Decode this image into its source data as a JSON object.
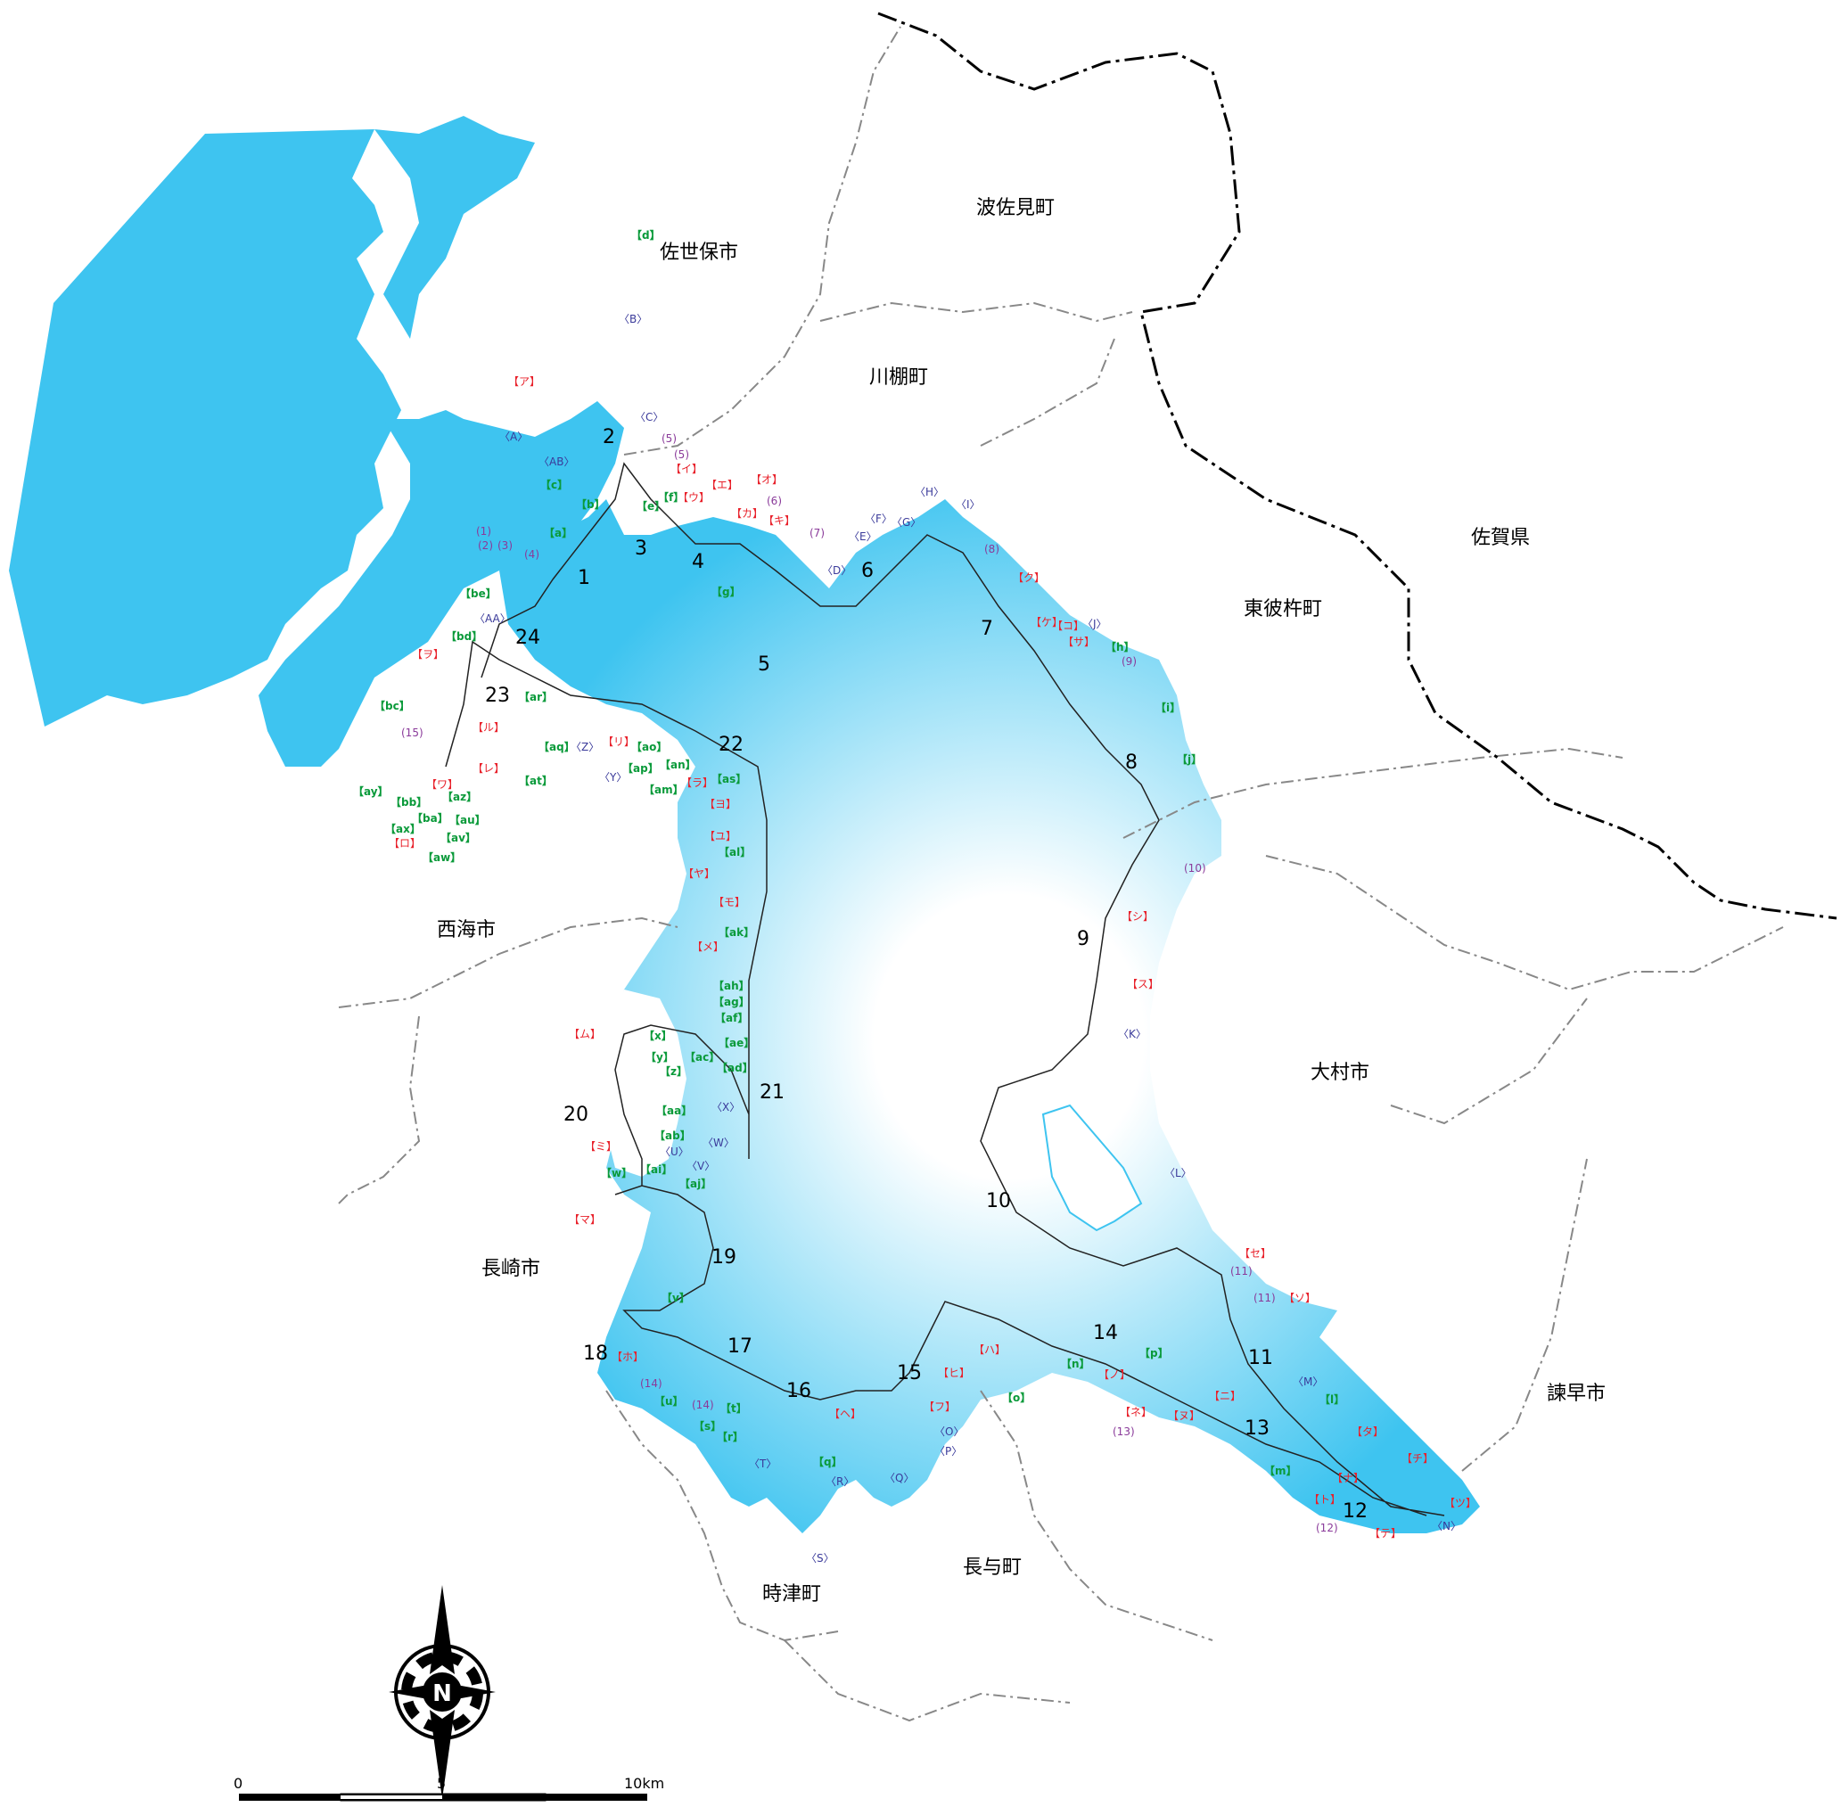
{
  "colors": {
    "sea": "#3ec4f0",
    "sea_inner": "#ffffff",
    "land": "#ffffff",
    "boundary": "#888888",
    "prefecture_boundary": "#000000",
    "label_red": "#e8202a",
    "label_green": "#0a9a3a",
    "label_blue": "#3a3a9a",
    "label_purple": "#8a3a9a"
  },
  "municipalities": {
    "hasami": "波佐見町",
    "sasebo": "佐世保市",
    "kawatana": "川棚町",
    "saga": "佐賀県",
    "higashisonogi": "東彼杵町",
    "saikai": "西海市",
    "omura": "大村市",
    "nagasaki": "長崎市",
    "isahaya": "諫早市",
    "togitsu": "時津町",
    "nagayo": "長与町"
  },
  "segment_numbers": [
    "1",
    "2",
    "3",
    "4",
    "5",
    "6",
    "7",
    "8",
    "9",
    "10",
    "11",
    "12",
    "13",
    "14",
    "15",
    "16",
    "17",
    "18",
    "19",
    "20",
    "21",
    "22",
    "23",
    "24"
  ],
  "labels_red": [
    "【ア】",
    "【イ】",
    "【ウ】",
    "【エ】",
    "【オ】",
    "【カ】",
    "【キ】",
    "【ク】",
    "【ケ】",
    "【コ】",
    "【サ】",
    "【シ】",
    "【ス】",
    "【セ】",
    "【ソ】",
    "【タ】",
    "【チ】",
    "【ツ】",
    "【テ】",
    "【ト】",
    "【ナ】",
    "【ニ】",
    "【ヌ】",
    "【ネ】",
    "【ノ】",
    "【ハ】",
    "【ヒ】",
    "【フ】",
    "【ヘ】",
    "【ホ】",
    "【マ】",
    "【ミ】",
    "【ム】",
    "【メ】",
    "【モ】",
    "【ヤ】",
    "【ユ】",
    "【ヨ】",
    "【ラ】",
    "【リ】",
    "【ル】",
    "【レ】",
    "【ロ】",
    "【ワ】",
    "【ヲ】"
  ],
  "labels_green": [
    "【a】",
    "【b】",
    "【c】",
    "【d】",
    "【e】",
    "【f】",
    "【g】",
    "【h】",
    "【i】",
    "【j】",
    "【l】",
    "【m】",
    "【n】",
    "【o】",
    "【p】",
    "【q】",
    "【r】",
    "【s】",
    "【t】",
    "【u】",
    "【v】",
    "【w】",
    "【x】",
    "【y】",
    "【z】",
    "【aa】",
    "【ab】",
    "【ac】",
    "【ad】",
    "【ae】",
    "【af】",
    "【ag】",
    "【ah】",
    "【ai】",
    "【aj】",
    "【ak】",
    "【al】",
    "【am】",
    "【an】",
    "【ao】",
    "【ap】",
    "【aq】",
    "【ar】",
    "【as】",
    "【at】",
    "【au】",
    "【av】",
    "【aw】",
    "【ax】",
    "【ay】",
    "【az】",
    "【ba】",
    "【bb】",
    "【bc】",
    "【bd】",
    "【be】"
  ],
  "labels_blue": [
    "〈A〉",
    "〈B〉",
    "〈C〉",
    "〈D〉",
    "〈E〉",
    "〈F〉",
    "〈G〉",
    "〈H〉",
    "〈I〉",
    "〈J〉",
    "〈K〉",
    "〈L〉",
    "〈M〉",
    "〈N〉",
    "〈O〉",
    "〈P〉",
    "〈Q〉",
    "〈R〉",
    "〈S〉",
    "〈T〉",
    "〈U〉",
    "〈V〉",
    "〈W〉",
    "〈X〉",
    "〈Y〉",
    "〈Z〉",
    "〈AA〉",
    "〈AB〉"
  ],
  "labels_purple": [
    "(1)",
    "(2)",
    "(3)",
    "(4)",
    "(5)",
    "(5)",
    "(6)",
    "(7)",
    "(8)",
    "(9)",
    "(10)",
    "(11)",
    "(11)",
    "(12)",
    "(13)",
    "(14)",
    "(14)",
    "(15)"
  ],
  "compass": {
    "label": "N",
    "icon": "north-arrow-icon"
  },
  "scale": {
    "ticks": [
      "0",
      "5",
      "10km"
    ]
  }
}
